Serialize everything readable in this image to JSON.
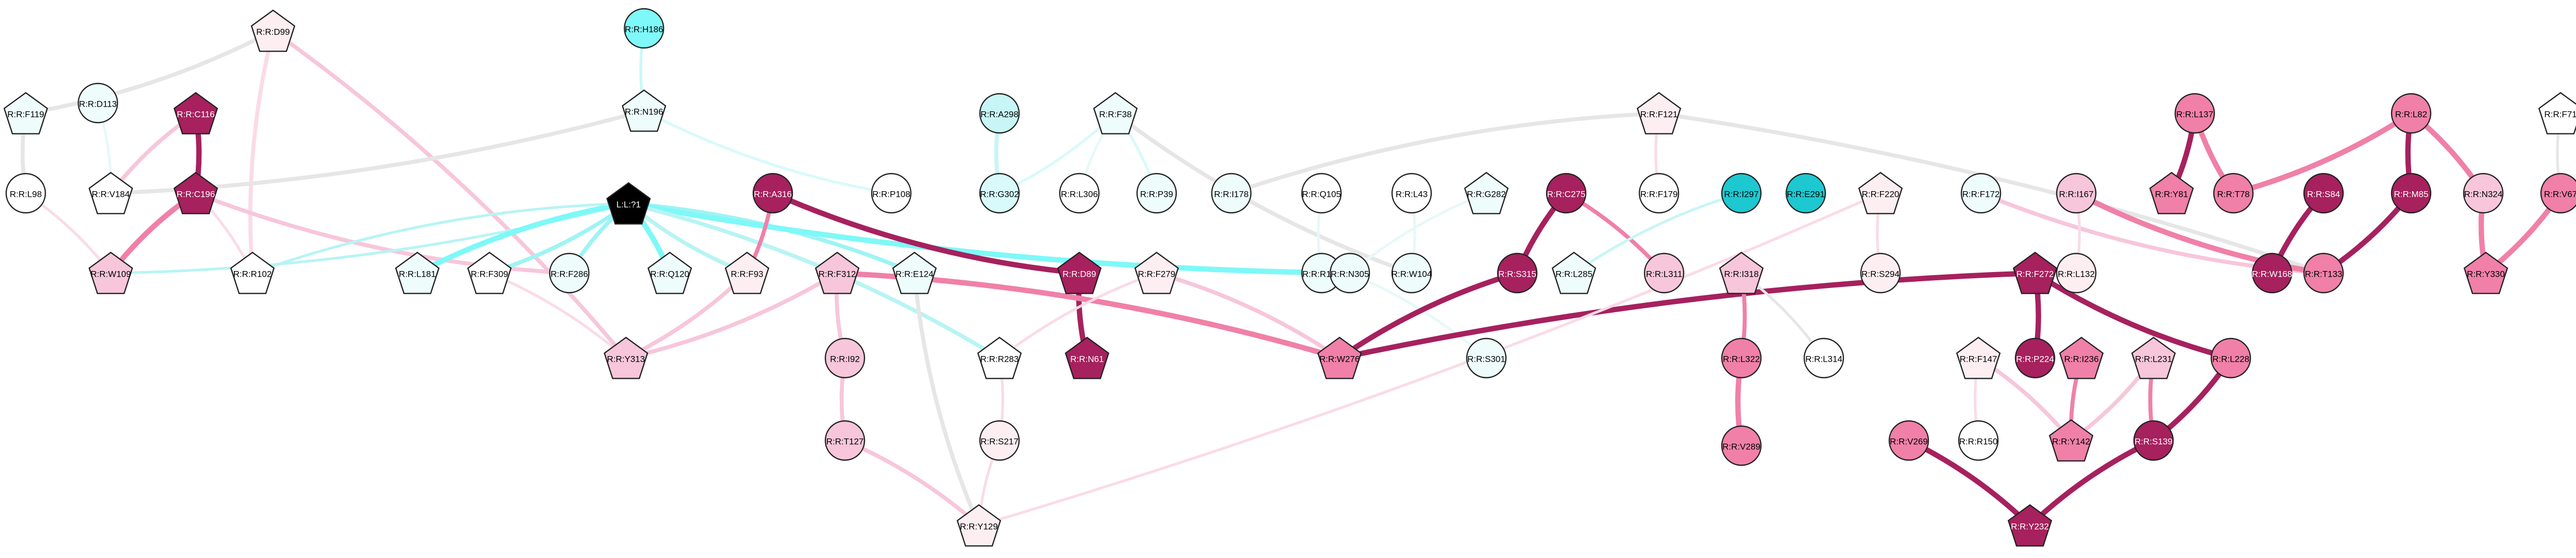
{
  "nodes": [
    {
      "id": "D99",
      "label": "R:R:D99",
      "shape": "pentagon",
      "color": "#fdeef2",
      "text": "#000000"
    },
    {
      "id": "H186",
      "label": "R:R:H186",
      "shape": "circle",
      "color": "#7ef8f8",
      "text": "#000000"
    },
    {
      "id": "F119",
      "label": "R:R:F119",
      "shape": "pentagon",
      "color": "#eefcfc",
      "text": "#000000"
    },
    {
      "id": "D113",
      "label": "R:R:D113",
      "shape": "circle",
      "color": "#eefcfc",
      "text": "#000000"
    },
    {
      "id": "C116",
      "label": "R:R:C116",
      "shape": "pentagon",
      "color": "#a6215e",
      "text": "#ffffff"
    },
    {
      "id": "N196",
      "label": "R:R:N196",
      "shape": "pentagon",
      "color": "#eefcfc",
      "text": "#000000"
    },
    {
      "id": "L98",
      "label": "R:R:L98",
      "shape": "circle",
      "color": "#ffffff",
      "text": "#000000"
    },
    {
      "id": "V184",
      "label": "R:R:V184",
      "shape": "pentagon",
      "color": "#ffffff",
      "text": "#000000"
    },
    {
      "id": "C196",
      "label": "R:R:C196",
      "shape": "pentagon",
      "color": "#a6215e",
      "text": "#ffffff"
    },
    {
      "id": "W109",
      "label": "R:R:W109",
      "shape": "pentagon",
      "color": "#f7c6da",
      "text": "#000000"
    },
    {
      "id": "R102",
      "label": "R:R:R102",
      "shape": "pentagon",
      "color": "#ffffff",
      "text": "#000000"
    },
    {
      "id": "L71",
      "label": "L:L:?1",
      "shape": "pentagon",
      "color": "#000000",
      "text": "#ffffff"
    },
    {
      "id": "L181",
      "label": "R:R:L181",
      "shape": "pentagon",
      "color": "#eefcfc",
      "text": "#000000"
    },
    {
      "id": "F309",
      "label": "R:R:F309",
      "shape": "pentagon",
      "color": "#ffffff",
      "text": "#000000"
    },
    {
      "id": "F286",
      "label": "R:R:F286",
      "shape": "circle",
      "color": "#eefcfc",
      "text": "#000000"
    },
    {
      "id": "Q120",
      "label": "R:R:Q120",
      "shape": "pentagon",
      "color": "#eefcfc",
      "text": "#000000"
    },
    {
      "id": "P108",
      "label": "R:R:P108",
      "shape": "circle",
      "color": "#ffffff",
      "text": "#000000"
    },
    {
      "id": "A298",
      "label": "R:R:A298",
      "shape": "circle",
      "color": "#c8f5f5",
      "text": "#000000"
    },
    {
      "id": "G302",
      "label": "R:R:G302",
      "shape": "circle",
      "color": "#d8fafa",
      "text": "#000000"
    },
    {
      "id": "F38",
      "label": "R:R:F38",
      "shape": "pentagon",
      "color": "#eefcfc",
      "text": "#000000"
    },
    {
      "id": "L306",
      "label": "R:R:L306",
      "shape": "circle",
      "color": "#ffffff",
      "text": "#000000"
    },
    {
      "id": "P39",
      "label": "R:R:P39",
      "shape": "circle",
      "color": "#eefcfc",
      "text": "#000000"
    },
    {
      "id": "A316",
      "label": "R:R:A316",
      "shape": "circle",
      "color": "#a6215e",
      "text": "#ffffff"
    },
    {
      "id": "F93",
      "label": "R:R:F93",
      "shape": "pentagon",
      "color": "#fdeef2",
      "text": "#000000"
    },
    {
      "id": "F312",
      "label": "R:R:F312",
      "shape": "pentagon",
      "color": "#f7c6da",
      "text": "#000000"
    },
    {
      "id": "E124",
      "label": "R:R:E124",
      "shape": "pentagon",
      "color": "#eefcfc",
      "text": "#000000"
    },
    {
      "id": "D89",
      "label": "R:R:D89",
      "shape": "pentagon",
      "color": "#a6215e",
      "text": "#ffffff"
    },
    {
      "id": "N61",
      "label": "R:R:N61",
      "shape": "pentagon",
      "color": "#a6215e",
      "text": "#ffffff"
    },
    {
      "id": "F279",
      "label": "R:R:F279",
      "shape": "pentagon",
      "color": "#fdeef2",
      "text": "#000000"
    },
    {
      "id": "Y313",
      "label": "R:R:Y313",
      "shape": "pentagon",
      "color": "#f7c6da",
      "text": "#000000"
    },
    {
      "id": "I92",
      "label": "R:R:I92",
      "shape": "circle",
      "color": "#f7c6da",
      "text": "#000000"
    },
    {
      "id": "T127",
      "label": "R:R:T127",
      "shape": "circle",
      "color": "#f7c6da",
      "text": "#000000"
    },
    {
      "id": "R283",
      "label": "R:R:R283",
      "shape": "pentagon",
      "color": "#ffffff",
      "text": "#000000"
    },
    {
      "id": "S217",
      "label": "R:R:S217",
      "shape": "circle",
      "color": "#fdeef2",
      "text": "#000000"
    },
    {
      "id": "Y129",
      "label": "R:R:Y129",
      "shape": "pentagon",
      "color": "#fdeef2",
      "text": "#000000"
    },
    {
      "id": "I178",
      "label": "R:R:I178",
      "shape": "circle",
      "color": "#eefcfc",
      "text": "#000000"
    },
    {
      "id": "Q105",
      "label": "R:R:Q105",
      "shape": "circle",
      "color": "#ffffff",
      "text": "#000000"
    },
    {
      "id": "L43",
      "label": "R:R:L43",
      "shape": "circle",
      "color": "#ffffff",
      "text": "#000000"
    },
    {
      "id": "R107",
      "label": "R:R:R107",
      "shape": "circle",
      "color": "#eefcfc",
      "text": "#000000"
    },
    {
      "id": "N305",
      "label": "R:R:N305",
      "shape": "circle",
      "color": "#eefcfc",
      "text": "#000000"
    },
    {
      "id": "W104",
      "label": "R:R:W104",
      "shape": "circle",
      "color": "#eefcfc",
      "text": "#000000"
    },
    {
      "id": "G282",
      "label": "R:R:G282",
      "shape": "pentagon",
      "color": "#eefcfc",
      "text": "#000000"
    },
    {
      "id": "W276",
      "label": "R:R:W276",
      "shape": "pentagon",
      "color": "#f080a8",
      "text": "#000000"
    },
    {
      "id": "C275",
      "label": "R:R:C275",
      "shape": "circle",
      "color": "#a6215e",
      "text": "#ffffff"
    },
    {
      "id": "S315",
      "label": "R:R:S315",
      "shape": "circle",
      "color": "#a6215e",
      "text": "#ffffff"
    },
    {
      "id": "S301",
      "label": "R:R:S301",
      "shape": "circle",
      "color": "#eefcfc",
      "text": "#000000"
    },
    {
      "id": "L285",
      "label": "R:R:L285",
      "shape": "pentagon",
      "color": "#eefcfc",
      "text": "#000000"
    },
    {
      "id": "I297",
      "label": "R:R:I297",
      "shape": "circle",
      "color": "#1ec8d0",
      "text": "#000000"
    },
    {
      "id": "E291",
      "label": "R:R:E291",
      "shape": "circle",
      "color": "#1ec8d0",
      "text": "#000000"
    },
    {
      "id": "L311",
      "label": "R:R:L311",
      "shape": "circle",
      "color": "#f7c6da",
      "text": "#000000"
    },
    {
      "id": "I318",
      "label": "R:R:I318",
      "shape": "pentagon",
      "color": "#f7c6da",
      "text": "#000000"
    },
    {
      "id": "L322",
      "label": "R:R:L322",
      "shape": "circle",
      "color": "#f080a8",
      "text": "#000000"
    },
    {
      "id": "V289",
      "label": "R:R:V289",
      "shape": "circle",
      "color": "#f080a8",
      "text": "#000000"
    },
    {
      "id": "L314",
      "label": "R:R:L314",
      "shape": "circle",
      "color": "#ffffff",
      "text": "#000000"
    },
    {
      "id": "F121",
      "label": "R:R:F121",
      "shape": "pentagon",
      "color": "#fdeef2",
      "text": "#000000"
    },
    {
      "id": "F179",
      "label": "R:R:F179",
      "shape": "circle",
      "color": "#ffffff",
      "text": "#000000"
    },
    {
      "id": "F220",
      "label": "R:R:F220",
      "shape": "pentagon",
      "color": "#fdeef2",
      "text": "#000000"
    },
    {
      "id": "S294",
      "label": "R:R:S294",
      "shape": "circle",
      "color": "#fdeef2",
      "text": "#000000"
    },
    {
      "id": "F172",
      "label": "R:R:F172",
      "shape": "circle",
      "color": "#eefcfc",
      "text": "#000000"
    },
    {
      "id": "F272",
      "label": "R:R:F272",
      "shape": "pentagon",
      "color": "#a6215e",
      "text": "#ffffff"
    },
    {
      "id": "P224",
      "label": "R:R:P224",
      "shape": "circle",
      "color": "#a6215e",
      "text": "#ffffff"
    },
    {
      "id": "I167",
      "label": "R:R:I167",
      "shape": "circle",
      "color": "#f7c6da",
      "text": "#000000"
    },
    {
      "id": "L132",
      "label": "R:R:L132",
      "shape": "circle",
      "color": "#fdeef2",
      "text": "#000000"
    },
    {
      "id": "F147",
      "label": "R:R:F147",
      "shape": "pentagon",
      "color": "#fdeef2",
      "text": "#000000"
    },
    {
      "id": "R150",
      "label": "R:R:R150",
      "shape": "circle",
      "color": "#ffffff",
      "text": "#000000"
    },
    {
      "id": "I236",
      "label": "R:R:I236",
      "shape": "pentagon",
      "color": "#f080a8",
      "text": "#000000"
    },
    {
      "id": "L231",
      "label": "R:R:L231",
      "shape": "pentagon",
      "color": "#f7c6da",
      "text": "#000000"
    },
    {
      "id": "Y142",
      "label": "R:R:Y142",
      "shape": "pentagon",
      "color": "#f080a8",
      "text": "#000000"
    },
    {
      "id": "S139",
      "label": "R:R:S139",
      "shape": "circle",
      "color": "#a6215e",
      "text": "#ffffff"
    },
    {
      "id": "L228",
      "label": "R:R:L228",
      "shape": "circle",
      "color": "#f080a8",
      "text": "#000000"
    },
    {
      "id": "V269",
      "label": "R:R:V269",
      "shape": "circle",
      "color": "#f080a8",
      "text": "#000000"
    },
    {
      "id": "Y232",
      "label": "R:R:Y232",
      "shape": "pentagon",
      "color": "#a6215e",
      "text": "#ffffff"
    },
    {
      "id": "L137",
      "label": "R:R:L137",
      "shape": "circle",
      "color": "#f080a8",
      "text": "#000000"
    },
    {
      "id": "Y81",
      "label": "R:R:Y81",
      "shape": "pentagon",
      "color": "#f080a8",
      "text": "#000000"
    },
    {
      "id": "T78",
      "label": "R:R:T78",
      "shape": "circle",
      "color": "#f080a8",
      "text": "#000000"
    },
    {
      "id": "S84",
      "label": "R:R:S84",
      "shape": "circle",
      "color": "#a6215e",
      "text": "#ffffff"
    },
    {
      "id": "W168",
      "label": "R:R:W168",
      "shape": "circle",
      "color": "#a6215e",
      "text": "#ffffff"
    },
    {
      "id": "T133",
      "label": "R:R:T133",
      "shape": "circle",
      "color": "#f080a8",
      "text": "#000000"
    },
    {
      "id": "L82",
      "label": "R:R:L82",
      "shape": "circle",
      "color": "#f080a8",
      "text": "#000000"
    },
    {
      "id": "M85",
      "label": "R:R:M85",
      "shape": "circle",
      "color": "#a6215e",
      "text": "#ffffff"
    },
    {
      "id": "N324",
      "label": "R:R:N324",
      "shape": "circle",
      "color": "#f7c6da",
      "text": "#000000"
    },
    {
      "id": "F71",
      "label": "R:R:F71",
      "shape": "pentagon",
      "color": "#ffffff",
      "text": "#000000"
    },
    {
      "id": "V67",
      "label": "R:R:V67",
      "shape": "circle",
      "color": "#f080a8",
      "text": "#000000"
    },
    {
      "id": "Y330",
      "label": "R:R:Y330",
      "shape": "pentagon",
      "color": "#f080a8",
      "text": "#000000"
    }
  ],
  "edges": [
    {
      "from": "D99",
      "to": "F119",
      "color": "#e6e6e6",
      "weight": 3
    },
    {
      "from": "D99",
      "to": "R102",
      "color": "#fadbe6",
      "weight": 3
    },
    {
      "from": "D99",
      "to": "Y313",
      "color": "#f7c6da",
      "weight": 3
    },
    {
      "from": "F119",
      "to": "L98",
      "color": "#e6e6e6",
      "weight": 3
    },
    {
      "from": "L98",
      "to": "W109",
      "color": "#fadbe6",
      "weight": 2
    },
    {
      "from": "H186",
      "to": "N196",
      "color": "#c8f8f8",
      "weight": 2
    },
    {
      "from": "N196",
      "to": "V184",
      "color": "#e6e6e6",
      "weight": 3
    },
    {
      "from": "N196",
      "to": "P108",
      "color": "#d8fafa",
      "weight": 2
    },
    {
      "from": "D113",
      "to": "V184",
      "color": "#e8f8f8",
      "weight": 2
    },
    {
      "from": "C116",
      "to": "V184",
      "color": "#f7c6da",
      "weight": 3
    },
    {
      "from": "C116",
      "to": "C196",
      "color": "#a6215e",
      "weight": 4
    },
    {
      "from": "C196",
      "to": "W109",
      "color": "#f080a8",
      "weight": 4
    },
    {
      "from": "C196",
      "to": "R102",
      "color": "#fadbe6",
      "weight": 2
    },
    {
      "from": "C196",
      "to": "F286",
      "color": "#f7c6da",
      "weight": 3
    },
    {
      "from": "L71",
      "to": "W109",
      "color": "#b8f4f4",
      "weight": 2
    },
    {
      "from": "L71",
      "to": "L181",
      "color": "#7ef8f8",
      "weight": 4
    },
    {
      "from": "L71",
      "to": "F309",
      "color": "#9ef4f4",
      "weight": 3
    },
    {
      "from": "L71",
      "to": "F286",
      "color": "#9ef4f4",
      "weight": 3
    },
    {
      "from": "L71",
      "to": "Q120",
      "color": "#7ef8f8",
      "weight": 4
    },
    {
      "from": "L71",
      "to": "F93",
      "color": "#b8f4f4",
      "weight": 3
    },
    {
      "from": "L71",
      "to": "E124",
      "color": "#9ef4f4",
      "weight": 3
    },
    {
      "from": "L71",
      "to": "N305",
      "color": "#7ef8f8",
      "weight": 4
    },
    {
      "from": "L71",
      "to": "R283",
      "color": "#b8f4f4",
      "weight": 3
    },
    {
      "from": "L71",
      "to": "R102",
      "color": "#b8f4f4",
      "weight": 2
    },
    {
      "from": "F309",
      "to": "Y313",
      "color": "#fadbe6",
      "weight": 2
    },
    {
      "from": "A298",
      "to": "G302",
      "color": "#c8f5f5",
      "weight": 3
    },
    {
      "from": "F38",
      "to": "G302",
      "color": "#d8fafa",
      "weight": 2
    },
    {
      "from": "F38",
      "to": "L306",
      "color": "#e8f8f8",
      "weight": 2
    },
    {
      "from": "F38",
      "to": "P39",
      "color": "#d8fafa",
      "weight": 2
    },
    {
      "from": "F38",
      "to": "W104",
      "color": "#e6e6e6",
      "weight": 3
    },
    {
      "from": "A316",
      "to": "F93",
      "color": "#f080a8",
      "weight": 3
    },
    {
      "from": "A316",
      "to": "D89",
      "color": "#a6215e",
      "weight": 4
    },
    {
      "from": "F93",
      "to": "Y313",
      "color": "#f7c6da",
      "weight": 3
    },
    {
      "from": "D89",
      "to": "N61",
      "color": "#a6215e",
      "weight": 4
    },
    {
      "from": "F312",
      "to": "Y313",
      "color": "#f7c6da",
      "weight": 3
    },
    {
      "from": "F312",
      "to": "I92",
      "color": "#f7c6da",
      "weight": 3
    },
    {
      "from": "F312",
      "to": "W276",
      "color": "#f080a8",
      "weight": 4
    },
    {
      "from": "I92",
      "to": "T127",
      "color": "#f7c6da",
      "weight": 3
    },
    {
      "from": "T127",
      "to": "Y129",
      "color": "#f7c6da",
      "weight": 3
    },
    {
      "from": "E124",
      "to": "Y129",
      "color": "#e6e6e6",
      "weight": 3
    },
    {
      "from": "R283",
      "to": "S217",
      "color": "#fadbe6",
      "weight": 2
    },
    {
      "from": "S217",
      "to": "Y129",
      "color": "#fadbe6",
      "weight": 2
    },
    {
      "from": "F279",
      "to": "W276",
      "color": "#f7c6da",
      "weight": 3
    },
    {
      "from": "F279",
      "to": "R283",
      "color": "#fadbe6",
      "weight": 2
    },
    {
      "from": "I178",
      "to": "F121",
      "color": "#e6e6e6",
      "weight": 3
    },
    {
      "from": "Q105",
      "to": "R107",
      "color": "#e8f8f8",
      "weight": 2
    },
    {
      "from": "L43",
      "to": "W104",
      "color": "#e8f8f8",
      "weight": 2
    },
    {
      "from": "G282",
      "to": "N305",
      "color": "#e8f8f8",
      "weight": 2
    },
    {
      "from": "N305",
      "to": "S301",
      "color": "#e8f8f8",
      "weight": 2
    },
    {
      "from": "C275",
      "to": "S315",
      "color": "#a6215e",
      "weight": 4
    },
    {
      "from": "C275",
      "to": "L311",
      "color": "#f080a8",
      "weight": 3
    },
    {
      "from": "S315",
      "to": "W276",
      "color": "#a6215e",
      "weight": 4
    },
    {
      "from": "W276",
      "to": "F272",
      "color": "#a6215e",
      "weight": 4
    },
    {
      "from": "I297",
      "to": "L285",
      "color": "#c8f5f5",
      "weight": 2
    },
    {
      "from": "I318",
      "to": "L322",
      "color": "#f080a8",
      "weight": 3
    },
    {
      "from": "L322",
      "to": "V289",
      "color": "#f080a8",
      "weight": 4
    },
    {
      "from": "I318",
      "to": "L314",
      "color": "#e6e6e6",
      "weight": 2
    },
    {
      "from": "F121",
      "to": "F179",
      "color": "#fadbe6",
      "weight": 2
    },
    {
      "from": "F121",
      "to": "T133",
      "color": "#e6e6e6",
      "weight": 3
    },
    {
      "from": "F220",
      "to": "S294",
      "color": "#fadbe6",
      "weight": 2
    },
    {
      "from": "F220",
      "to": "Y129",
      "color": "#fadbe6",
      "weight": 2
    },
    {
      "from": "F172",
      "to": "T133",
      "color": "#f7c6da",
      "weight": 3
    },
    {
      "from": "I167",
      "to": "L132",
      "color": "#fadbe6",
      "weight": 2
    },
    {
      "from": "I167",
      "to": "T133",
      "color": "#f080a8",
      "weight": 4
    },
    {
      "from": "F272",
      "to": "P224",
      "color": "#a6215e",
      "weight": 4
    },
    {
      "from": "F272",
      "to": "L228",
      "color": "#a6215e",
      "weight": 4
    },
    {
      "from": "L228",
      "to": "S139",
      "color": "#a6215e",
      "weight": 4
    },
    {
      "from": "F147",
      "to": "R150",
      "color": "#fadbe6",
      "weight": 2
    },
    {
      "from": "F147",
      "to": "Y142",
      "color": "#f7c6da",
      "weight": 3
    },
    {
      "from": "I236",
      "to": "Y142",
      "color": "#f080a8",
      "weight": 3
    },
    {
      "from": "L231",
      "to": "Y142",
      "color": "#f7c6da",
      "weight": 3
    },
    {
      "from": "L231",
      "to": "S139",
      "color": "#f080a8",
      "weight": 3
    },
    {
      "from": "V269",
      "to": "Y232",
      "color": "#a6215e",
      "weight": 4
    },
    {
      "from": "S139",
      "to": "Y232",
      "color": "#a6215e",
      "weight": 4
    },
    {
      "from": "L137",
      "to": "Y81",
      "color": "#a6215e",
      "weight": 4
    },
    {
      "from": "L137",
      "to": "T78",
      "color": "#f080a8",
      "weight": 4
    },
    {
      "from": "L82",
      "to": "T78",
      "color": "#f080a8",
      "weight": 4
    },
    {
      "from": "L82",
      "to": "M85",
      "color": "#a6215e",
      "weight": 4
    },
    {
      "from": "L82",
      "to": "N324",
      "color": "#f080a8",
      "weight": 4
    },
    {
      "from": "S84",
      "to": "W168",
      "color": "#a6215e",
      "weight": 4
    },
    {
      "from": "M85",
      "to": "T133",
      "color": "#a6215e",
      "weight": 4
    },
    {
      "from": "N324",
      "to": "Y330",
      "color": "#f080a8",
      "weight": 4
    },
    {
      "from": "V67",
      "to": "Y330",
      "color": "#f080a8",
      "weight": 4
    },
    {
      "from": "F71",
      "to": "V67",
      "color": "#e6e6e6",
      "weight": 2
    }
  ]
}
